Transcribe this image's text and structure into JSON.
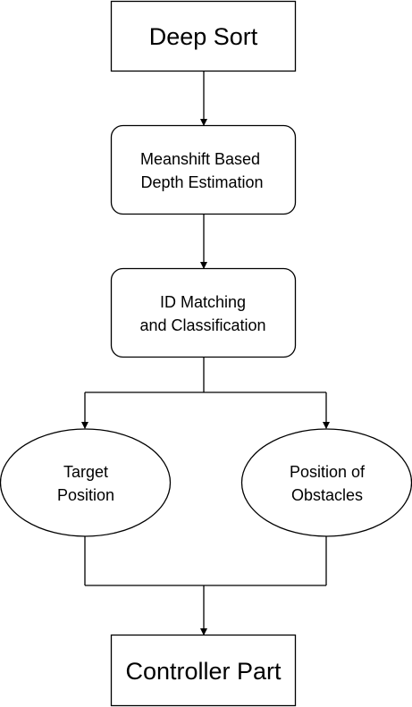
{
  "diagram": {
    "nodes": {
      "deep_sort": {
        "label": "Deep Sort"
      },
      "meanshift": {
        "line1": "Meanshift Based",
        "line2": "Depth Estimation"
      },
      "id_matching": {
        "line1": "ID Matching",
        "line2": "and Classification"
      },
      "target": {
        "line1": "Target",
        "line2": "Position"
      },
      "obstacles": {
        "line1": "Position of",
        "line2": "Obstacles"
      },
      "controller": {
        "label": "Controller Part"
      }
    },
    "colors": {
      "stroke": "#000000",
      "fill": "#ffffff",
      "text": "#000000"
    }
  }
}
